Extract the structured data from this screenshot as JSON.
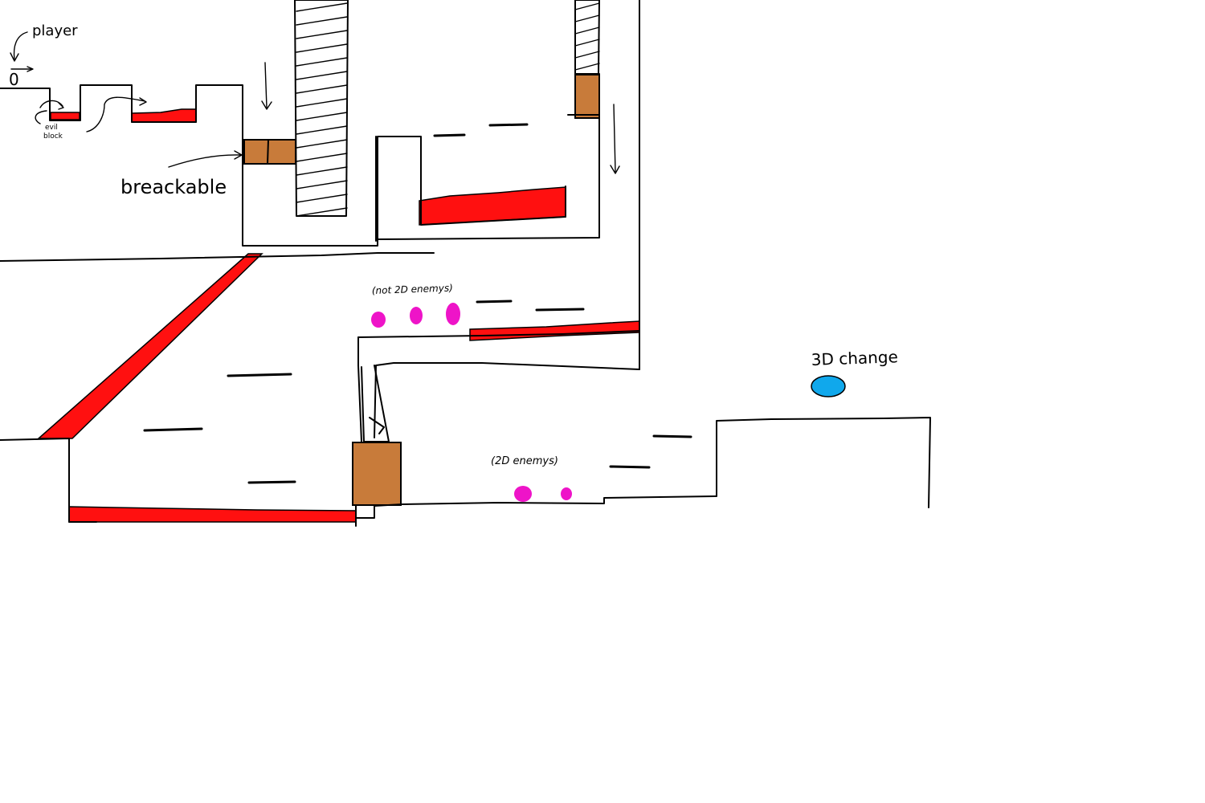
{
  "labels": {
    "player": "player",
    "player_marker": "0",
    "evil_block": "evil block",
    "breakable": "breackable",
    "not_2d_enemies": "(not 2D enemys)",
    "two_d_enemies": "(2D enemys)",
    "three_d_change": "3D change"
  },
  "colors": {
    "hazard_red": "#ff1010",
    "breakable_brown": "#c87b3a",
    "enemy_magenta": "#ee14c8",
    "portal_blue": "#10a8ec",
    "ink": "#000000"
  },
  "icons": {
    "enemy": "pink-dot",
    "portal": "blue-ellipse",
    "breakable_block": "brown-square",
    "hazard": "red-strip",
    "crusher": "hatched-pillar"
  }
}
